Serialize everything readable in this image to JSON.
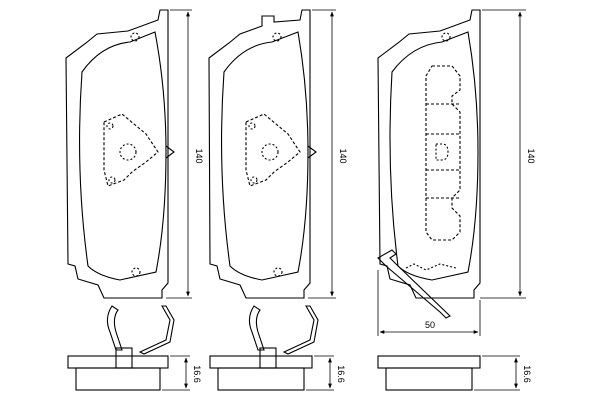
{
  "drawing": {
    "height_label_1": "140",
    "height_label_2": "140",
    "height_label_3": "140",
    "width_label": "50",
    "thickness_label_1": "16.6",
    "thickness_label_2": "16.6",
    "thickness_label_3": "16.6"
  },
  "colors": {
    "line": "#000000",
    "background": "#ffffff"
  }
}
